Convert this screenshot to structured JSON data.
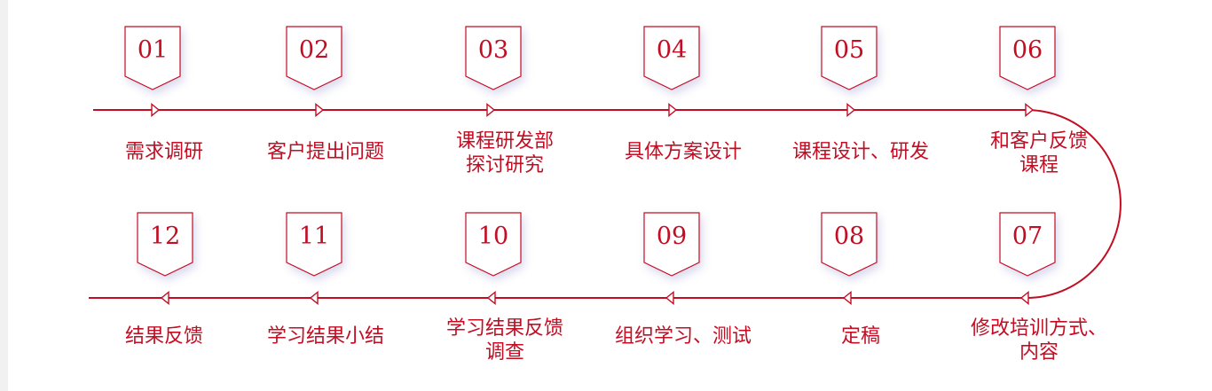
{
  "steps": [
    {
      "num": "01",
      "label": "需求调研"
    },
    {
      "num": "02",
      "label": "客户提出问题"
    },
    {
      "num": "03",
      "label": "课程研发部\n探讨研究"
    },
    {
      "num": "04",
      "label": "具体方案设计"
    },
    {
      "num": "05",
      "label": "课程设计、研发"
    },
    {
      "num": "06",
      "label": "和客户反馈\n课程"
    },
    {
      "num": "07",
      "label": "修改培训方式、\n内容"
    },
    {
      "num": "08",
      "label": "定稿"
    },
    {
      "num": "09",
      "label": "组织学习、测试"
    },
    {
      "num": "10",
      "label": "学习结果反馈\n调查"
    },
    {
      "num": "11",
      "label": "学习结果小结"
    },
    {
      "num": "12",
      "label": "结果反馈"
    }
  ],
  "colors": {
    "accent": "#c30d23",
    "background": "#ffffff"
  }
}
